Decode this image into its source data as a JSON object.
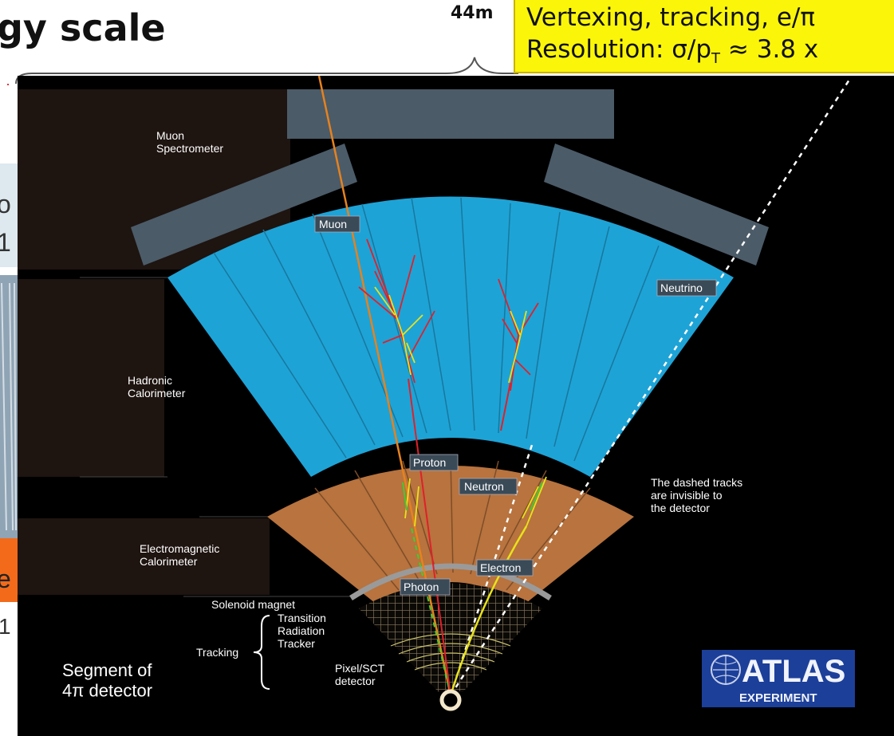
{
  "slide": {
    "title": "gy scale",
    "dimension": "44m",
    "callout_line1": "Vertexing, tracking, e/π",
    "callout_line2": "Resolution: σ/p",
    "callout_sub": "T",
    "callout_tail": " ≈ 3.8 x",
    "left_fragments": [
      "o",
      "1",
      "e",
      "1"
    ]
  },
  "diagram": {
    "layers": {
      "muon": "Muon\nSpectrometer",
      "hadronic": "Hadronic\nCalorimeter",
      "em": "Electromagnetic\nCalorimeter",
      "solenoid": "Solenoid magnet",
      "trt": "Transition\nRadiation\nTracker",
      "pixel": "Pixel/SCT\ndetector",
      "tracking": "Tracking"
    },
    "particles": {
      "muon": "Muon",
      "neutrino": "Neutrino",
      "proton": "Proton",
      "neutron": "Neutron",
      "electron": "Electron",
      "photon": "Photon"
    },
    "note": "The dashed tracks\nare invisible to\nthe detector",
    "segment_label": "Segment of\n4π detector",
    "logo": {
      "name": "ATLAS",
      "sub": "EXPERIMENT"
    },
    "colors": {
      "hadronic": "#1ea3d6",
      "em": "#b8733e",
      "muon_chamber": "#4b5b68",
      "muon_track": "#e6821e",
      "shower_red": "#e0202a",
      "shower_yellow": "#e8e21a",
      "shower_green": "#38d030",
      "logo_bg": "#1c3f9a"
    }
  }
}
